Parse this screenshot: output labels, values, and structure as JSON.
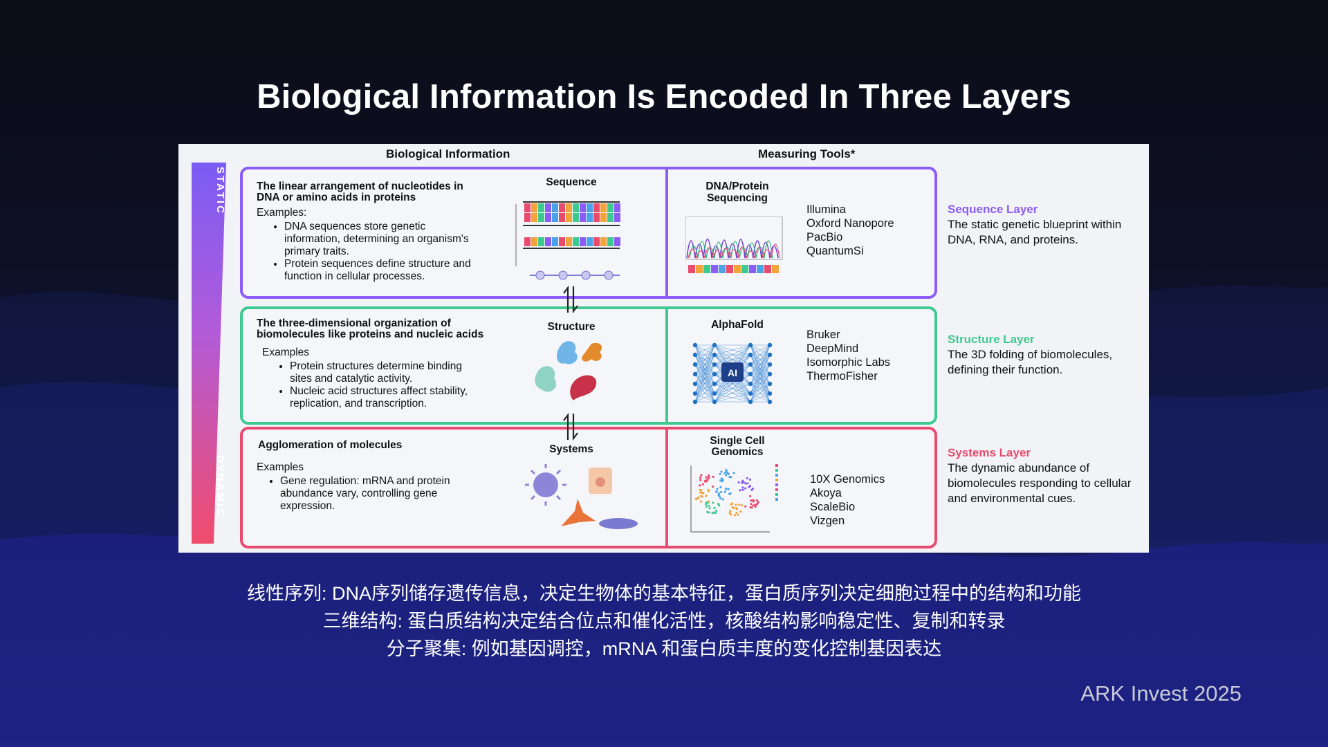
{
  "title": "Biological Information Is Encoded In Three Layers",
  "panel": {
    "column_headers": {
      "biological": "Biological Information",
      "measuring": "Measuring Tools*"
    },
    "vertical_labels": {
      "static": "STATIC",
      "dynamic": "DYNAMIC"
    },
    "rows": [
      {
        "heading": "The linear arrangement of nucleotides in DNA or amino acids in proteins",
        "examples_label": "Examples:",
        "examples": [
          "DNA sequences store genetic information, determining an organism's primary traits.",
          "Protein sequences define structure and function in cellular processes."
        ],
        "image_title": "Sequence",
        "tool_title": "DNA/Protein Sequencing",
        "tools": [
          "Illumina",
          "Oxford Nanopore",
          "PacBio",
          "QuantumSi"
        ],
        "layer_title": "Sequence Layer",
        "layer_desc": "The static genetic blueprint within DNA, RNA, and proteins.",
        "color": "#8b5cf6"
      },
      {
        "heading": "The three-dimensional organization of biomolecules like proteins and nucleic acids",
        "examples_label": "Examples",
        "examples": [
          "Protein structures determine binding sites and catalytic activity.",
          "Nucleic acid structures affect stability, replication, and transcription."
        ],
        "image_title": "Structure",
        "tool_title": "AlphaFold",
        "tool_badge": "AI",
        "tools": [
          "Bruker",
          "DeepMind",
          "Isomorphic Labs",
          "ThermoFisher"
        ],
        "layer_title": "Structure Layer",
        "layer_desc": "The 3D folding of biomolecules, defining their function.",
        "color": "#3ec98e"
      },
      {
        "heading": "Agglomeration of molecules",
        "examples_label": "Examples",
        "examples": [
          "Gene regulation: mRNA and protein abundance vary, controlling gene expression."
        ],
        "image_title": "Systems",
        "tool_title": "Single Cell Genomics",
        "tools": [
          "10X Genomics",
          "Akoya",
          "ScaleBio",
          "Vizgen"
        ],
        "layer_title": "Systems Layer",
        "layer_desc": "The dynamic abundance of biomolecules responding to cellular and environmental cues.",
        "color": "#e94b6e"
      }
    ]
  },
  "captions": [
    "线性序列: DNA序列储存遗传信息，决定生物体的基本特征，蛋白质序列决定细胞过程中的结构和功能",
    "三维结构: 蛋白质结构决定结合位点和催化活性，核酸结构影响稳定性、复制和转录",
    "分子聚集: 例如基因调控，mRNA 和蛋白质丰度的变化控制基因表达"
  ],
  "footer": "ARK Invest 2025"
}
